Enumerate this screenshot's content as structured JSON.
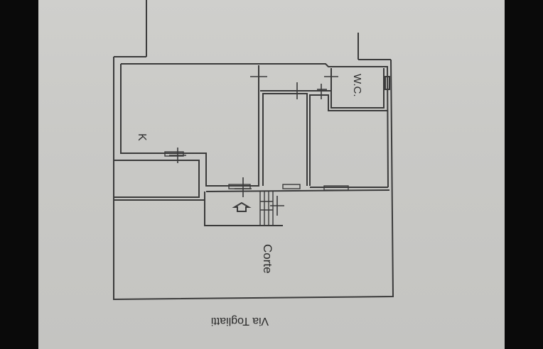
{
  "plan": {
    "rooms": {
      "kitchen_label": "K",
      "wc_label": "W.C.",
      "courtyard_label": "Corte"
    },
    "street_label": "Via Togliatti"
  },
  "colors": {
    "paper": "#c9c9c6",
    "ink": "#3a3a3a",
    "background": "#0a0a0a"
  }
}
